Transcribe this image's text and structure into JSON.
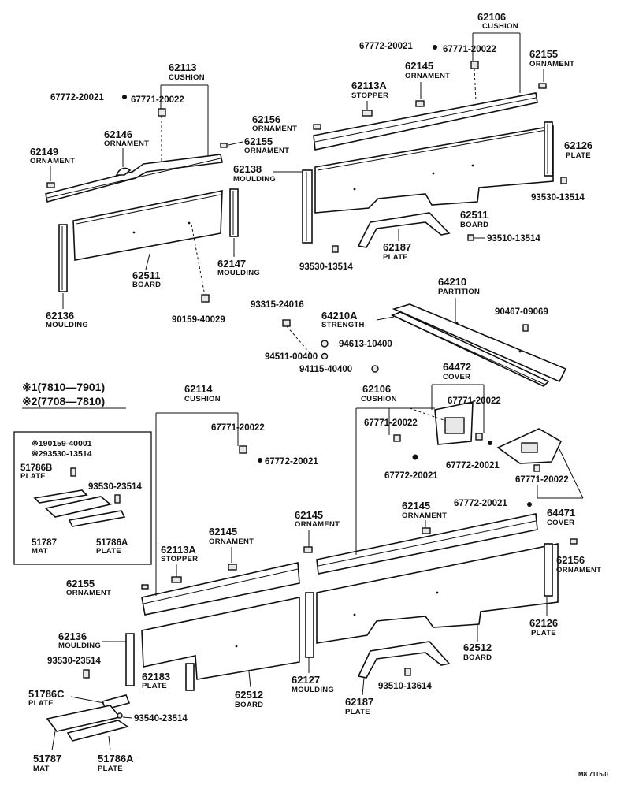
{
  "legend": {
    "line1": "※1(7810—7901)",
    "line2": "※2(7708—7810)"
  },
  "inset": {
    "bolt1": "※190159-40001",
    "bolt2": "※293530-13514",
    "plate_b_num": "51786B",
    "plate_b_name": "PLATE",
    "bolt3": "93530-23514",
    "mat_num": "51787",
    "mat_name": "MAT",
    "plate_a_num": "51786A",
    "plate_a_name": "PLATE"
  },
  "upper_left": {
    "cushion_num": "62113",
    "cushion_name": "CUSHION",
    "clip_a": "67772-20021",
    "clip_b": "67771-20022",
    "ornament_146_num": "62146",
    "ornament_146_name": "ORNAMENT",
    "ornament_149_num": "62149",
    "ornament_149_name": "ORNAMENT",
    "ornament_155_num": "62155",
    "ornament_155_name": "ORNAMENT",
    "board_num": "62511",
    "board_name": "BOARD",
    "moulding_147_num": "62147",
    "moulding_147_name": "MOULDING",
    "moulding_136_num": "62136",
    "moulding_136_name": "MOULDING",
    "clip_c": "90159-40029"
  },
  "upper_right": {
    "cushion_num": "62106",
    "cushion_name": "CUSHION",
    "clip_a": "67772-20021",
    "clip_b": "67771-20022",
    "ornament_155_num": "62155",
    "ornament_155_name": "ORNAMENT",
    "ornament_145_num": "62145",
    "ornament_145_name": "ORNAMENT",
    "stopper_num": "62113A",
    "stopper_name": "STOPPER",
    "ornament_156_num": "62156",
    "ornament_156_name": "ORNAMENT",
    "moulding_num": "62138",
    "moulding_name": "MOULDING",
    "plate_126_num": "62126",
    "plate_126_name": "PLATE",
    "bolt_a": "93530-13514",
    "board_num": "62511",
    "board_name": "BOARD",
    "bolt_b": "93510-13514",
    "plate_187_num": "62187",
    "plate_187_name": "PLATE",
    "bolt_c": "93530-13514"
  },
  "middle": {
    "partition_num": "64210",
    "partition_name": "PARTITION",
    "strength_num": "64210A",
    "strength_name": "STRENGTH",
    "bolt_a": "93315-24016",
    "bolt_b": "90467-09069",
    "washer": "94613-10400",
    "nut_a": "94511-00400",
    "nut_b": "94115-40400"
  },
  "lower_left": {
    "cushion_num": "62114",
    "cushion_name": "CUSHION",
    "clip_a": "67771-20022",
    "clip_b": "67772-20021",
    "ornament_145_num": "62145",
    "ornament_145_name": "ORNAMENT",
    "stopper_num": "62113A",
    "stopper_name": "STOPPER",
    "ornament_155_num": "62155",
    "ornament_155_name": "ORNAMENT",
    "moulding_136_num": "62136",
    "moulding_136_name": "MOULDING",
    "bolt_a": "93530-23514",
    "plate_183_num": "62183",
    "plate_183_name": "PLATE",
    "board_num": "62512",
    "board_name": "BOARD",
    "plate_c_num": "51786C",
    "plate_c_name": "PLATE",
    "bolt_b": "93540-23514",
    "mat_num": "51787",
    "mat_name": "MAT",
    "plate_a_num": "51786A",
    "plate_a_name": "PLATE"
  },
  "lower_right": {
    "cushion_num": "62106",
    "cushion_name": "CUSHION",
    "clip_a": "67771-20022",
    "clip_b": "67772-20021",
    "cover_472_num": "64472",
    "cover_472_name": "COVER",
    "clip_c": "67771-20022",
    "clip_d": "67772-20021",
    "clip_e": "67771-20022",
    "cover_471_num": "64471",
    "cover_471_name": "COVER",
    "clip_f": "67772-20021",
    "ornament_145a_num": "62145",
    "ornament_145a_name": "ORNAMENT",
    "ornament_145b_num": "62145",
    "ornament_145b_name": "ORNAMENT",
    "ornament_156_num": "62156",
    "ornament_156_name": "ORNAMENT",
    "plate_126_num": "62126",
    "plate_126_name": "PLATE",
    "board_num": "62512",
    "board_name": "BOARD",
    "moulding_127_num": "62127",
    "moulding_127_name": "MOULDING",
    "plate_187_num": "62187",
    "plate_187_name": "PLATE",
    "bolt": "93510-13614"
  },
  "footer_code": "M8 7115-0"
}
